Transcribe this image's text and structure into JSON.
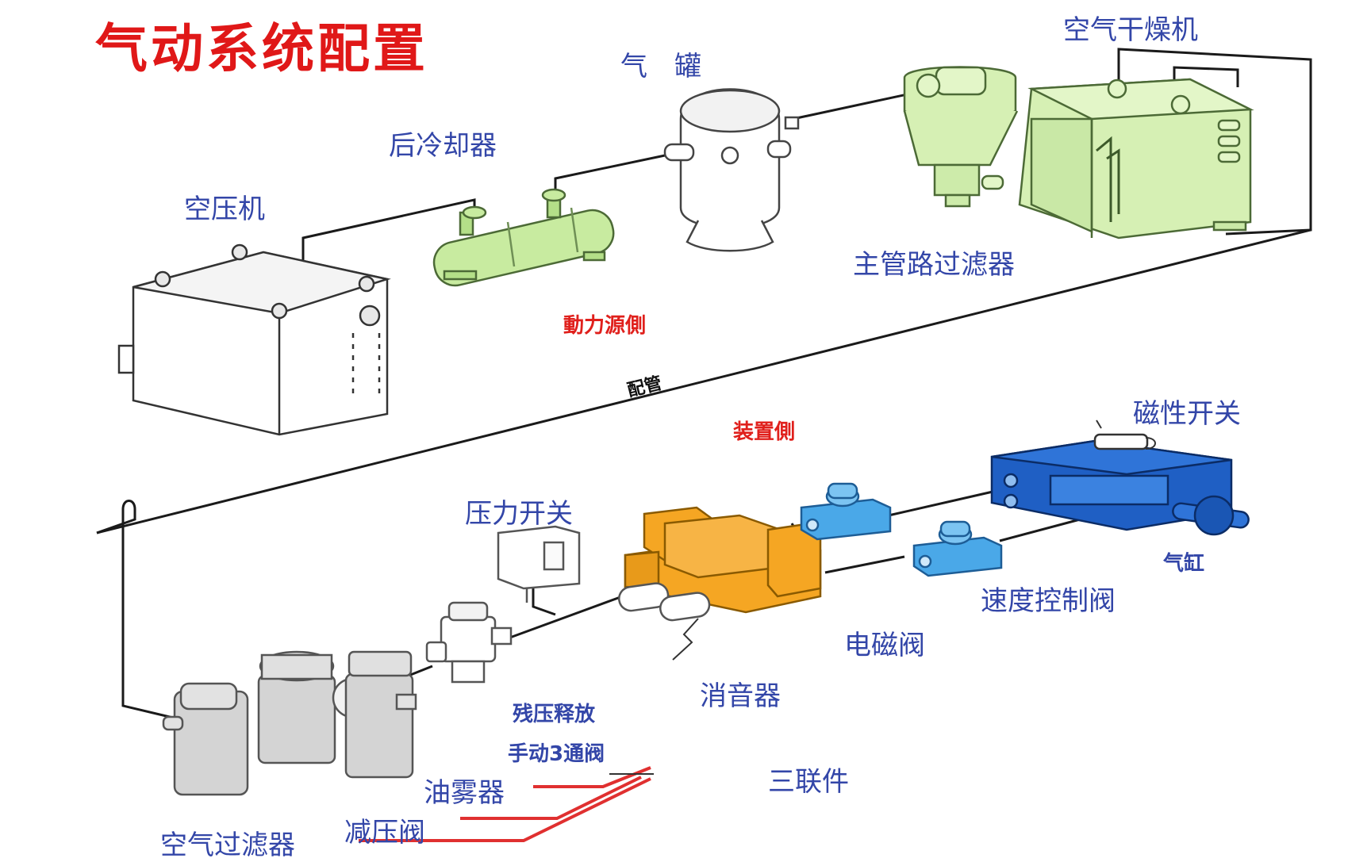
{
  "title": "气动系统配置",
  "labels": {
    "air_compressor": "空压机",
    "aftercooler": "后冷却器",
    "air_tank": "气　罐",
    "air_dryer": "空气干燥机",
    "main_line_filter": "主管路过滤器",
    "power_source_side": "動力源側",
    "piping": "配管",
    "device_side": "装置側",
    "magnetic_switch": "磁性开关",
    "pressure_switch": "压力开关",
    "cylinder": "气缸",
    "speed_control_valve": "速度控制阀",
    "solenoid_valve": "电磁阀",
    "silencer": "消音器",
    "residual_pressure_release": "残压释放",
    "manual_3way_valve": "手动3通阀",
    "frl_unit": "三联件",
    "lubricator": "油雾器",
    "pressure_reducing_valve": "减压阀",
    "air_filter": "空气过滤器"
  },
  "colors": {
    "title": "#e01818",
    "label_blue": "#3346a8",
    "label_red": "#e0201c",
    "pipe": "#1a1a1a",
    "aftercooler_fill": "#c8eba0",
    "dryer_fill": "#d6f0b4",
    "solenoid_fill": "#f5a623",
    "cylinder_fill": "#1f5fc4",
    "speed_valve_fill": "#4aa8e8",
    "frl_fill": "#cfcfcf",
    "leader_line": "#e03030"
  }
}
